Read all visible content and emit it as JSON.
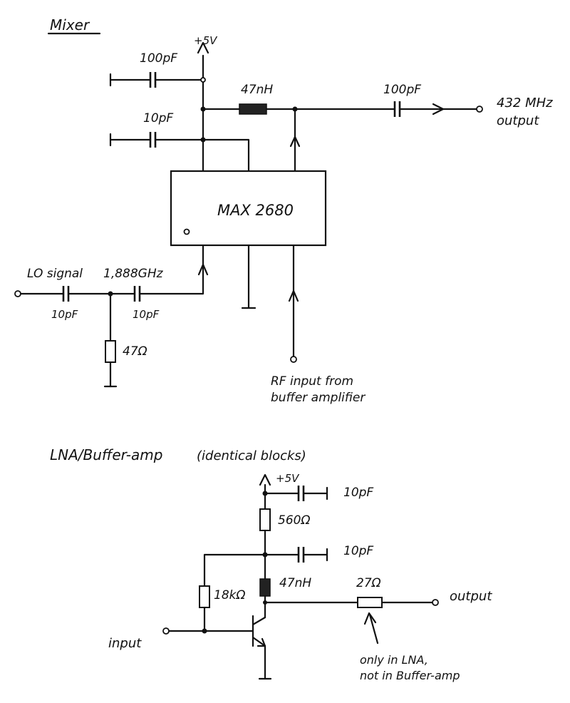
{
  "mixer": {
    "title": "Mixer",
    "supply": "+5V",
    "c_top": "100pF",
    "c_mid": "10pF",
    "inductor": "47nH",
    "c_out": "100pF",
    "output_line1": "432 MHz",
    "output_line2": "output",
    "ic": "MAX 2680",
    "lo_label": "LO signal",
    "lo_freq": "1,888GHz",
    "lo_c1": "10pF",
    "lo_c2": "10pF",
    "lo_res": "47Ω",
    "rf_line1": "RF input from",
    "rf_line2": "buffer amplifier"
  },
  "lna": {
    "title": "LNA/Buffer-amp",
    "title_note": "(identical blocks)",
    "supply": "+5V",
    "c1": "10pF",
    "r_collector": "560Ω",
    "c2": "10pF",
    "inductor": "47nH",
    "r_bias": "18kΩ",
    "r_out": "27Ω",
    "output": "output",
    "input": "input",
    "note_line1": "only in LNA,",
    "note_line2": "not in Buffer-amp"
  }
}
